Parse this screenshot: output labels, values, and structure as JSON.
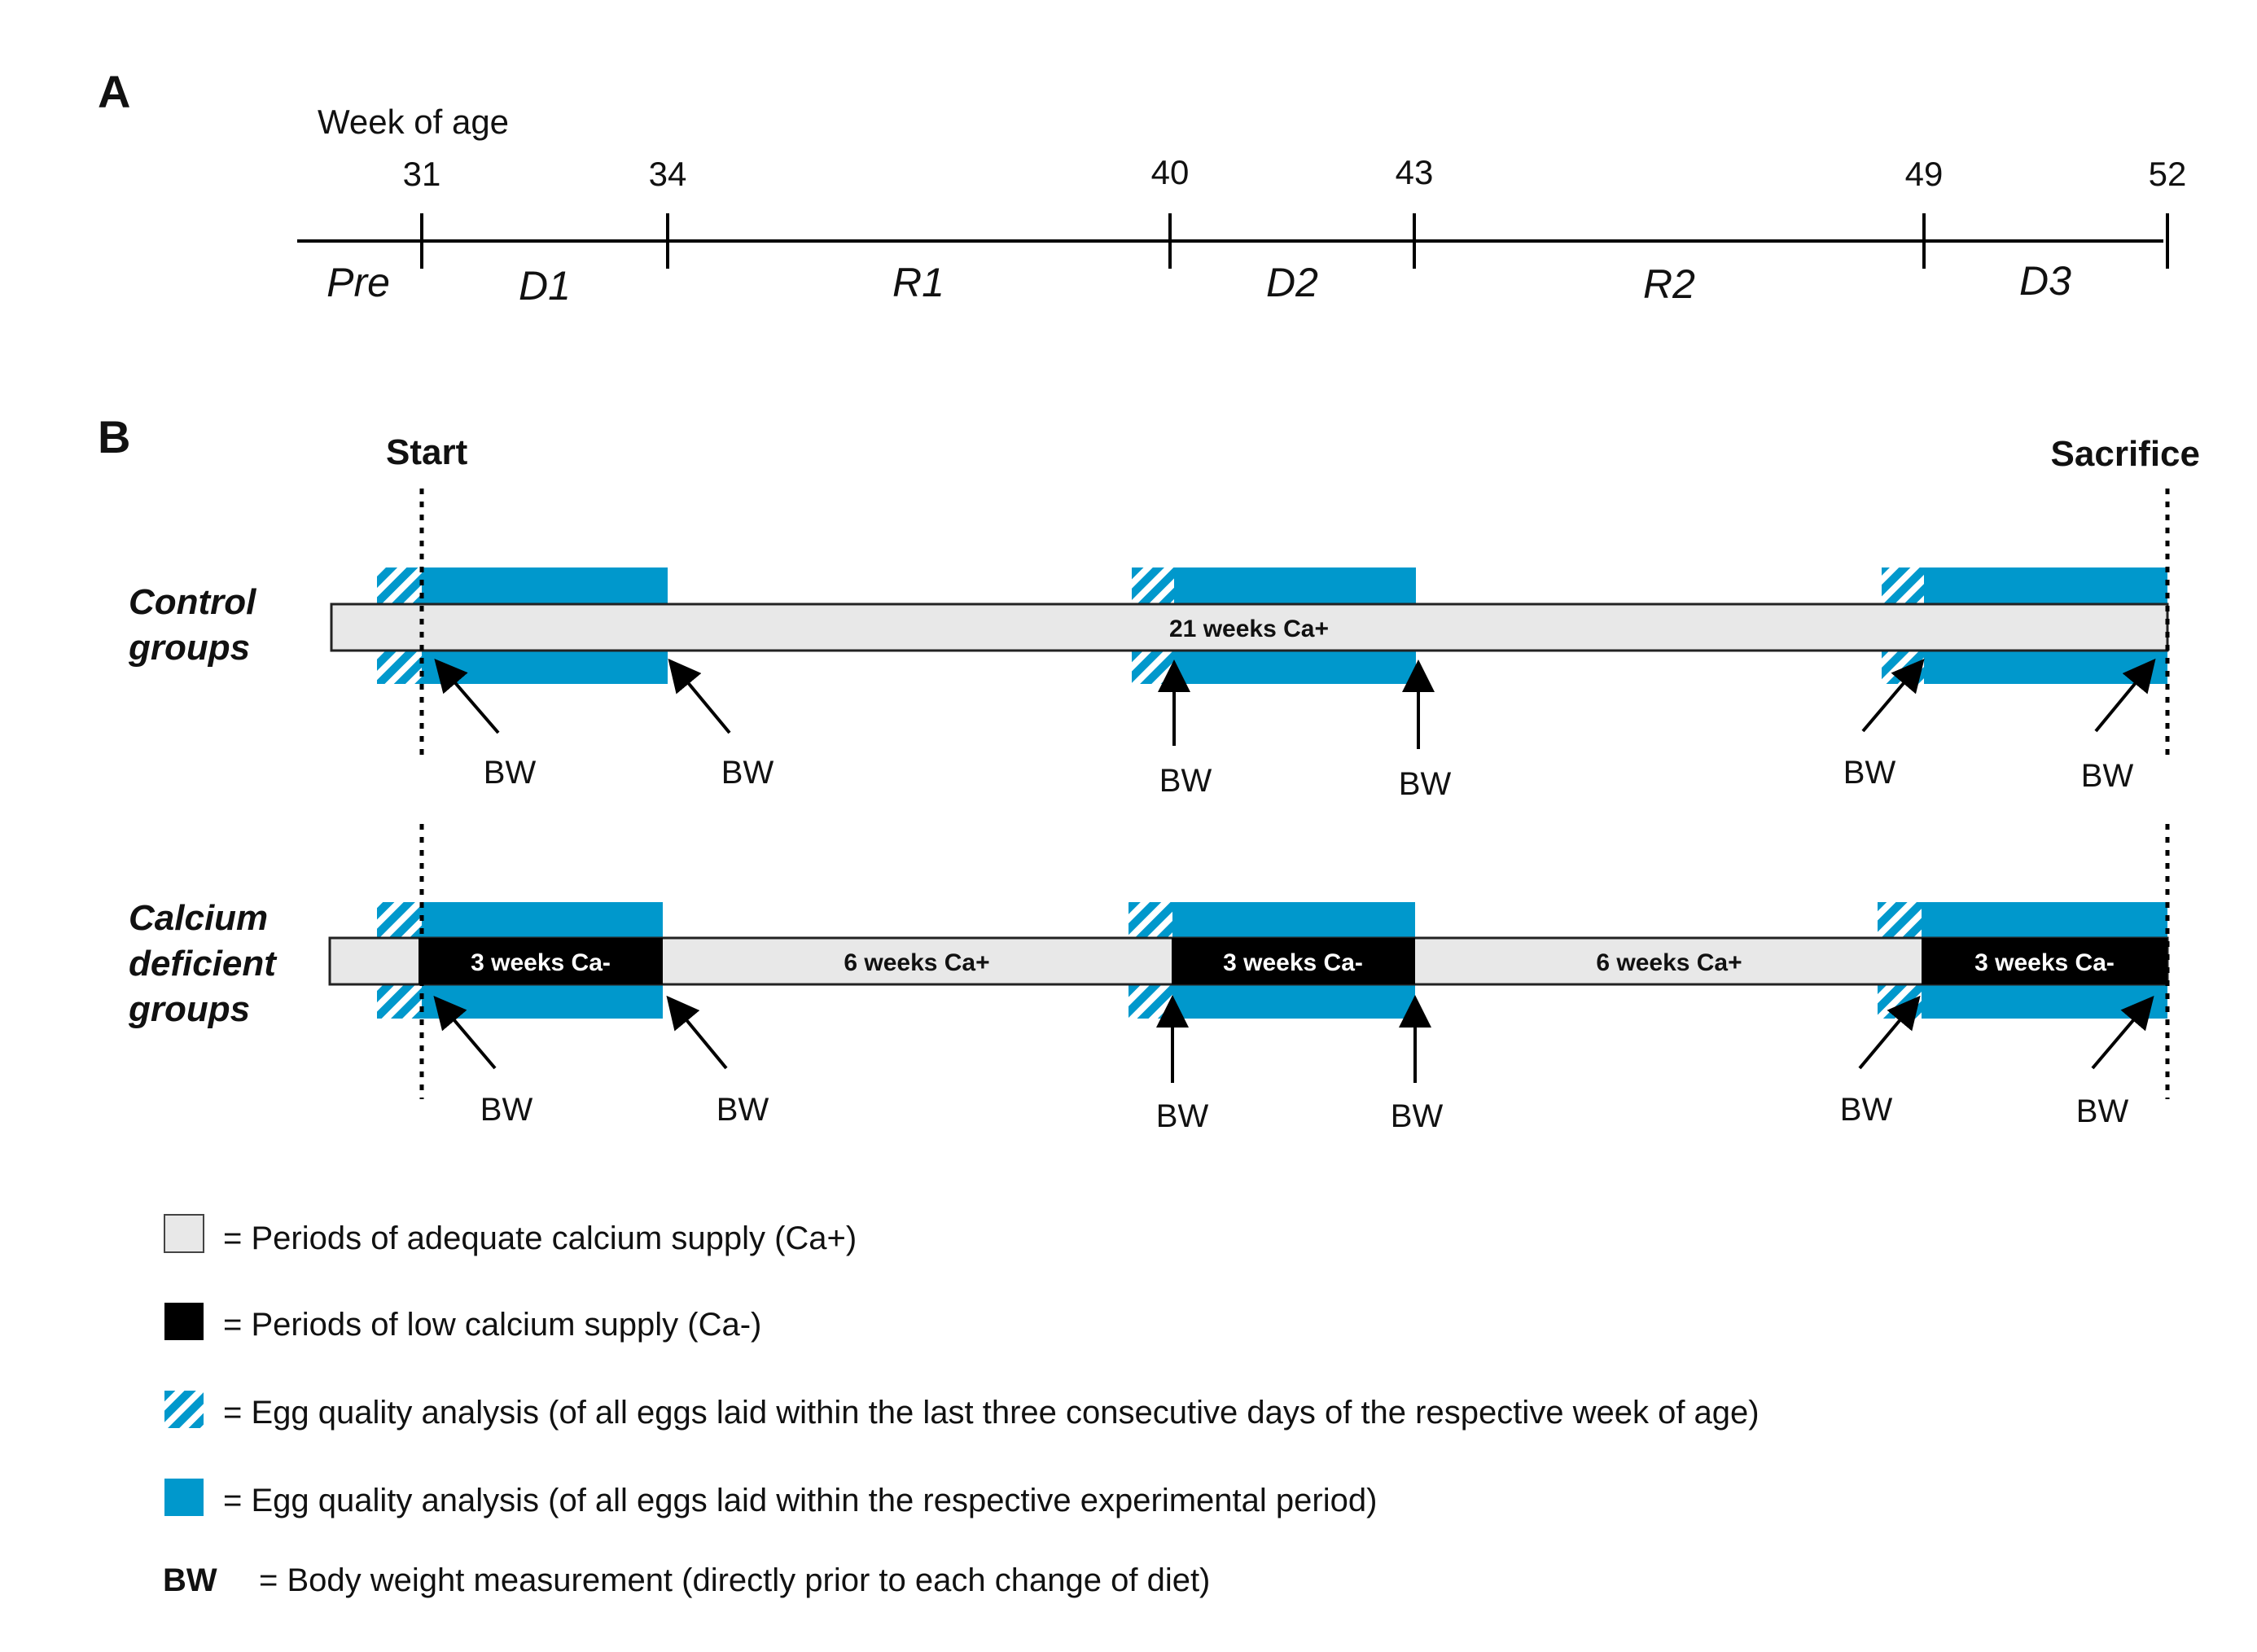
{
  "panel_a": {
    "letter": "A",
    "axis_title": "Week of age",
    "ticks": [
      "31",
      "34",
      "40",
      "43",
      "49",
      "52"
    ],
    "periods": [
      "Pre",
      "D1",
      "R1",
      "D2",
      "R2",
      "D3"
    ]
  },
  "panel_b": {
    "letter": "B",
    "start_label": "Start",
    "end_label": "Sacrifice",
    "control": {
      "label_line1": "Control",
      "label_line2": "groups",
      "bar_label": "21 weeks Ca+"
    },
    "calcium": {
      "label_line1": "Calcium",
      "label_line2": "deficient",
      "label_line3": "groups",
      "segments": [
        "3 weeks Ca-",
        "6 weeks Ca+",
        "3 weeks Ca-",
        "6 weeks Ca+",
        "3 weeks Ca-"
      ]
    },
    "bw_label": "BW"
  },
  "legend": {
    "adequate": "= Periods of adequate calcium supply (Ca+)",
    "low": "= Periods of low calcium supply (Ca-)",
    "hatched": "= Egg quality analysis (of all eggs laid within the last three consecutive days of the respective week of age)",
    "blue": "= Egg quality analysis (of all eggs laid within the respective experimental period)",
    "bw_key": "BW",
    "bw_text": "= Body weight measurement (directly prior to each change of diet)"
  },
  "colors": {
    "blue": "#0098CC",
    "light_gray": "#E8E8E8",
    "black": "#000000"
  }
}
